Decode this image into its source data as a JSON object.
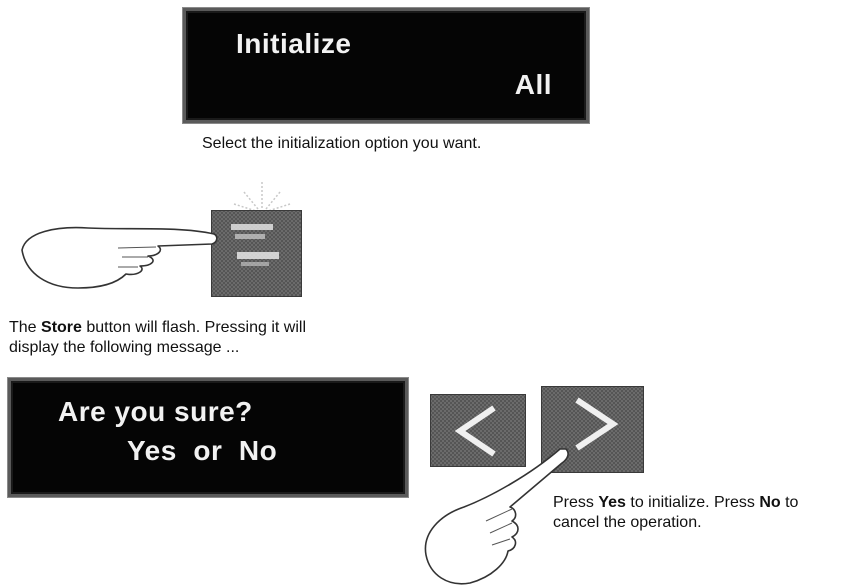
{
  "display_initialize": {
    "line1": "Initialize",
    "line2": "All"
  },
  "caption_select": "Select the initialization option you want.",
  "store_caption": {
    "pre": "The ",
    "bold": "Store",
    "post": " button will flash. Pressing it will display the following message ..."
  },
  "display_confirm": {
    "line1": "Are you sure?",
    "line2": "Yes  or  No"
  },
  "yes_no_caption": {
    "p1": "Press ",
    "b1": "Yes",
    "p2": " to initialize. Press ",
    "b2": "No",
    "p3": " to cancel the operation."
  },
  "icons": {
    "store_button": "store-button-icon",
    "left_button": "left-arrow-button",
    "right_button": "right-arrow-button",
    "hand": "pointing-hand-icon"
  }
}
